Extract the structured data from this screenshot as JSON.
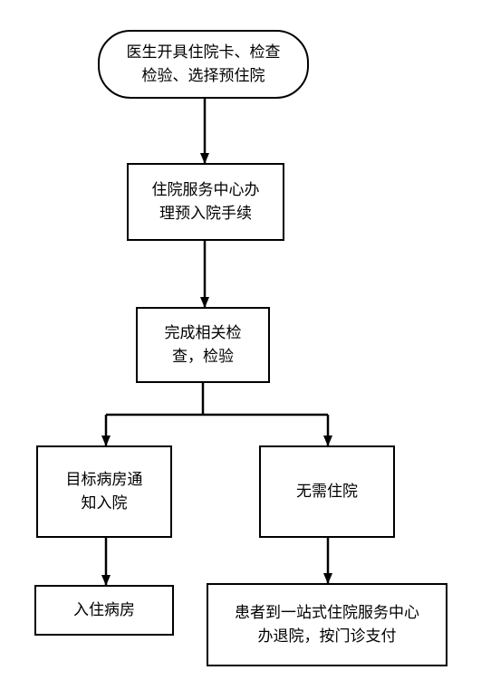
{
  "flowchart": {
    "nodes": {
      "start": "医生开具住院卡、检查\n检验、选择预住院",
      "pre_admission": "住院服务中心办\n理预入院手续",
      "checks": "完成相关检\n查，检验",
      "ward_notify": "目标病房通\n知入院",
      "no_admission": "无需住院",
      "admit": "入住病房",
      "discharge": "患者到一站式住院服务中心\n办退院，按门诊支付"
    }
  }
}
